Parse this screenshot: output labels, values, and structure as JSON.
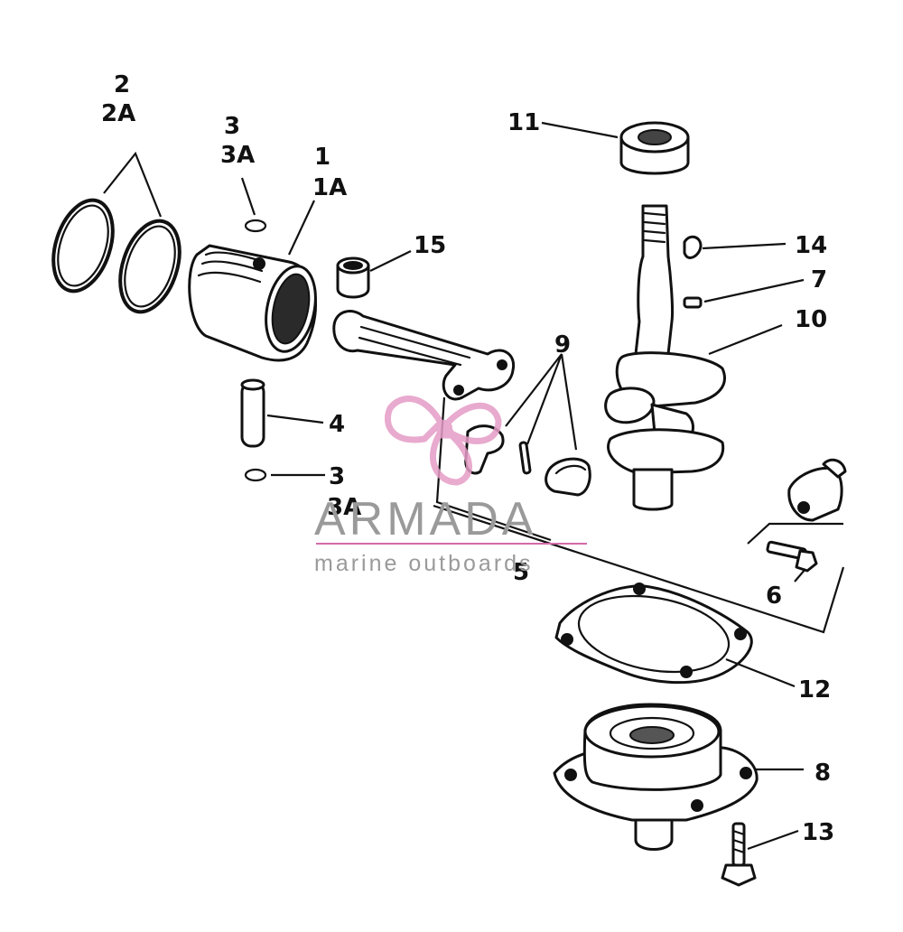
{
  "callouts": {
    "c2": "2",
    "c2A": "2A",
    "c3top": "3",
    "c3Atop": "3A",
    "c1": "1",
    "c1A": "1A",
    "c15": "15",
    "c4": "4",
    "c3bot": "3",
    "c3Abot": "3A",
    "c11": "11",
    "c14": "14",
    "c7": "7",
    "c10": "10",
    "c9": "9",
    "c5": "5",
    "c6": "6",
    "c12": "12",
    "c8": "8",
    "c13": "13"
  },
  "watermark": {
    "brand": "ARMADA",
    "tagline": "marine outboards",
    "colors": {
      "logo": "#e59cc6",
      "text": "#9a9a9a",
      "rule": "#d46aa8"
    },
    "icon": "propeller-logo-icon"
  },
  "colors": {
    "ink": "#111111",
    "paper": "#ffffff"
  }
}
